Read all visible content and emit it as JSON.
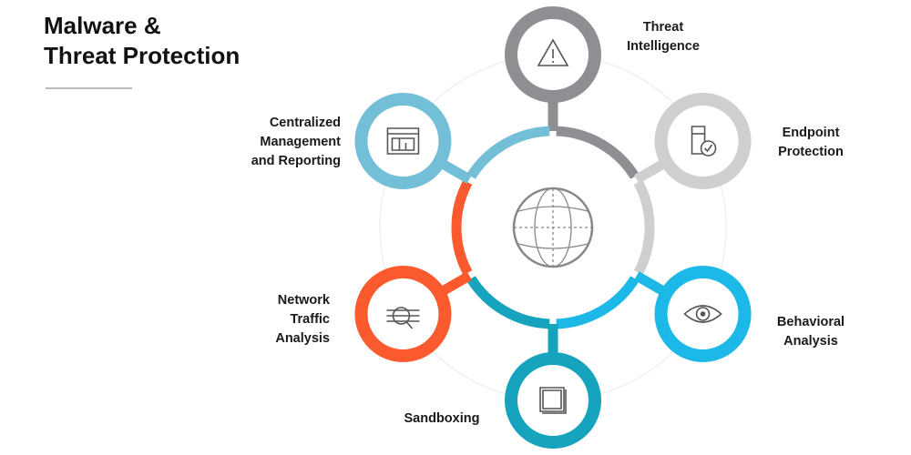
{
  "title": {
    "line1": "Malware &",
    "line2": "Threat Protection"
  },
  "center": {
    "icon": "globe-icon"
  },
  "nodes": [
    {
      "id": "threat-intelligence",
      "lines": [
        "Threat",
        "Intelligence"
      ],
      "color": "#8e8f92",
      "icon": "warning-triangle-icon"
    },
    {
      "id": "endpoint-protection",
      "lines": [
        "Endpoint",
        "Protection"
      ],
      "color": "#cfcfcf",
      "icon": "server-check-icon"
    },
    {
      "id": "behavioral-analysis",
      "lines": [
        "Behavioral",
        "Analysis"
      ],
      "color": "#1cb8e8",
      "icon": "eye-icon"
    },
    {
      "id": "sandboxing",
      "lines": [
        "Sandboxing"
      ],
      "color": "#16a3bd",
      "icon": "sandbox-window-icon"
    },
    {
      "id": "network-traffic-analysis",
      "lines": [
        "Network",
        "Traffic",
        "Analysis"
      ],
      "color": "#fb5a2e",
      "icon": "magnifier-icon"
    },
    {
      "id": "centralized-management",
      "lines": [
        "Centralized",
        "Management",
        "and Reporting"
      ],
      "color": "#74bfd8",
      "icon": "dashboard-icon"
    }
  ]
}
